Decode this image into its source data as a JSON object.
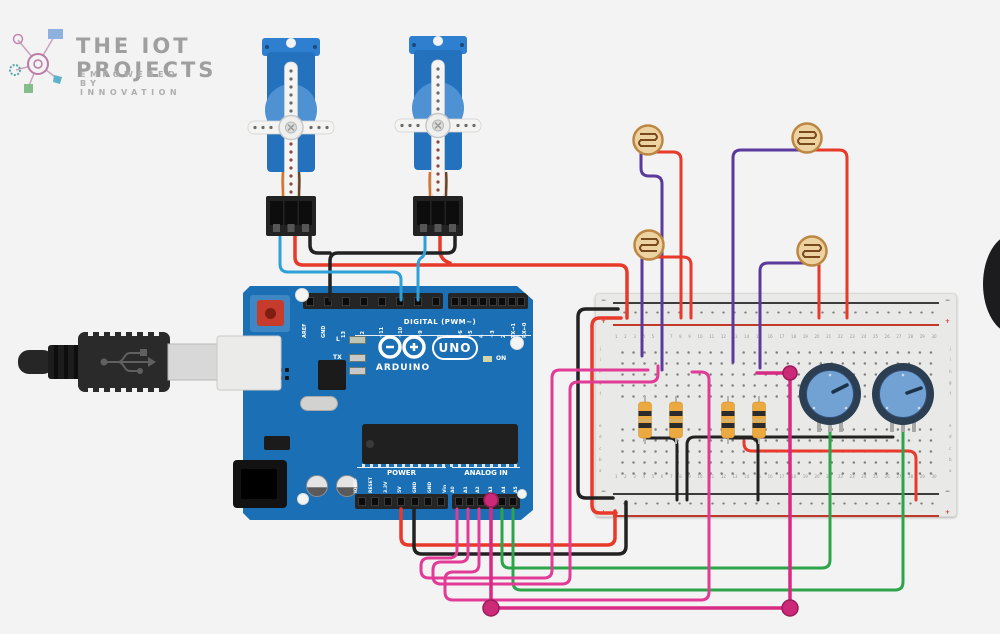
{
  "logo": {
    "title": "THE IOT PROJECTS",
    "tagline": "EMPOWERED BY INNOVATION"
  },
  "arduino": {
    "brand": "ARDUINO",
    "model": "UNO",
    "on_label": "ON",
    "digital_label": "DIGITAL (PWM~)",
    "top_pins_left": [
      "AREF",
      "GND",
      "13",
      "12",
      "~11",
      "~10",
      "~9",
      "8"
    ],
    "top_pins_right": [
      "7",
      "~6",
      "~5",
      "4",
      "~3",
      "2",
      "TX→1",
      "RX←0"
    ],
    "led_labels": [
      "L",
      "TX",
      "RX"
    ],
    "power_label": "POWER",
    "analog_label": "ANALOG IN",
    "power_pins": [
      "IOREF",
      "RESET",
      "3.3V",
      "5V",
      "GND",
      "GND",
      "Vin"
    ],
    "analog_pins": [
      "A0",
      "A1",
      "A2",
      "A3",
      "A4",
      "A5"
    ]
  },
  "breadboard": {
    "rail_minus": "−",
    "rail_plus": "+",
    "column_numbers": [
      "1",
      "2",
      "3",
      "4",
      "5",
      "6",
      "7",
      "8",
      "9",
      "10",
      "11",
      "12",
      "13",
      "14",
      "15",
      "16",
      "17",
      "18",
      "19",
      "20",
      "21",
      "22",
      "23",
      "24",
      "25",
      "26",
      "27",
      "28",
      "29",
      "30"
    ],
    "top_row_letters": [
      "j",
      "i",
      "h",
      "g",
      "f"
    ],
    "bottom_row_letters": [
      "e",
      "d",
      "c",
      "b",
      "a"
    ]
  },
  "components": {
    "servo_count": 2,
    "ldr_count": 4,
    "resistor_count": 4,
    "potentiometer_count": 2
  },
  "colors": {
    "background": "#f2f3f2",
    "board_blue": "#1b6fb5",
    "breadboard": "#e9e9e7",
    "servo_blue": "#2472be",
    "wire_red": "#e8392b",
    "wire_black": "#222222",
    "wire_blue": "#2da0d8",
    "wire_green": "#2ea44a",
    "wire_purple": "#5b3a9e",
    "wire_pink": "#e23b97",
    "wire_magenta": "#d82a84",
    "junction_dot": "#cc2979",
    "resistor_orange": "#eba93f",
    "ldr_tan": "#eed3a2",
    "pot_body": "#2c3e52",
    "pot_knob": "#72a2d4"
  }
}
